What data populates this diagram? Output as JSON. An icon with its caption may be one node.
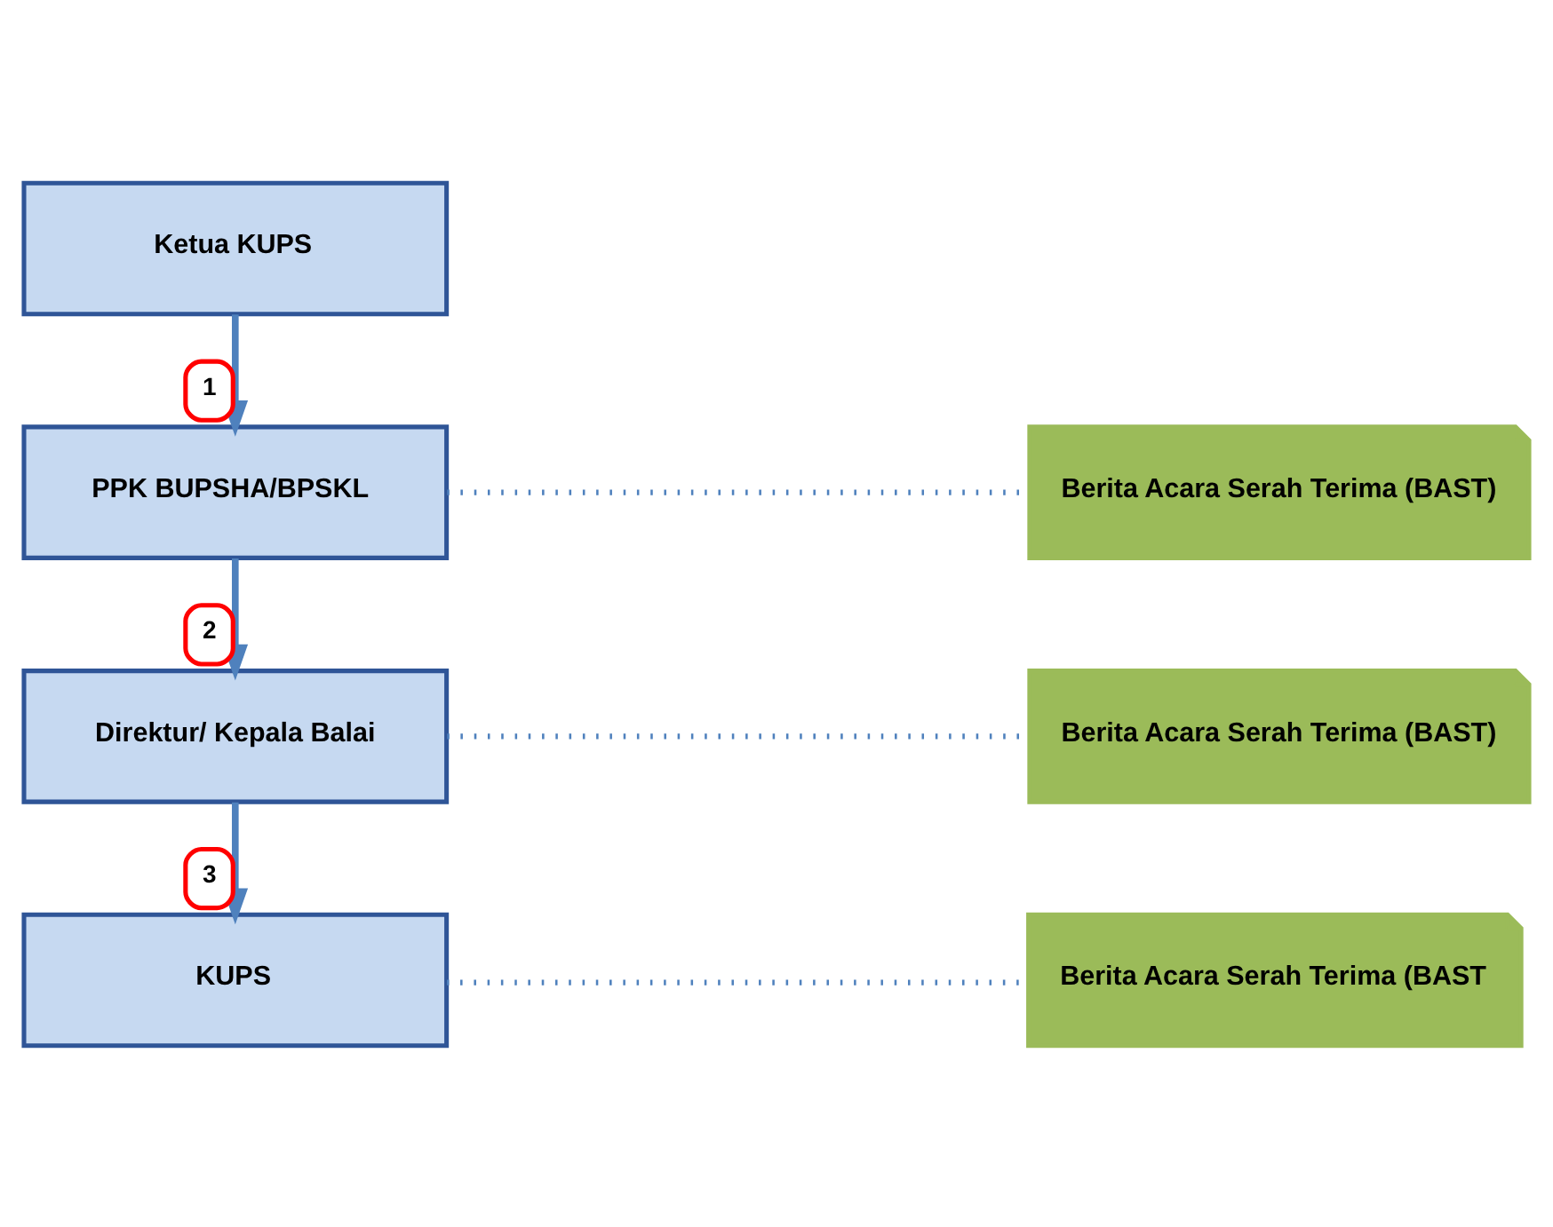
{
  "diagram": {
    "nodes": [
      {
        "text": [
          "Ketua KUPS"
        ]
      },
      {
        "text": [
          "PPK BUPSHA/BPSKL"
        ]
      },
      {
        "text": [
          "Direktur/ Kepala Balai"
        ]
      },
      {
        "text": [
          "KUPS"
        ]
      },
      {
        "text": [
          "Berita Acara Serah Terima (BAST)"
        ]
      },
      {
        "text": [
          "Berita Acara Serah Terima (BAST)"
        ]
      },
      {
        "text": [
          "Berita Acara Serah Terima (BAST"
        ]
      }
    ],
    "edges": [
      {
        "from": 0,
        "to": 1,
        "arrow": "to",
        "label": "1"
      },
      {
        "from": 1,
        "to": 2,
        "arrow": "to",
        "label": "2"
      },
      {
        "from": 2,
        "to": 3,
        "arrow": "to",
        "label": "3"
      },
      {
        "from": 1,
        "to": 4,
        "arrow": "none",
        "style": "dashed"
      },
      {
        "from": 2,
        "to": 5,
        "arrow": "none",
        "style": "dashed"
      },
      {
        "from": 3,
        "to": 6,
        "arrow": "none",
        "style": "dashed"
      }
    ]
  }
}
